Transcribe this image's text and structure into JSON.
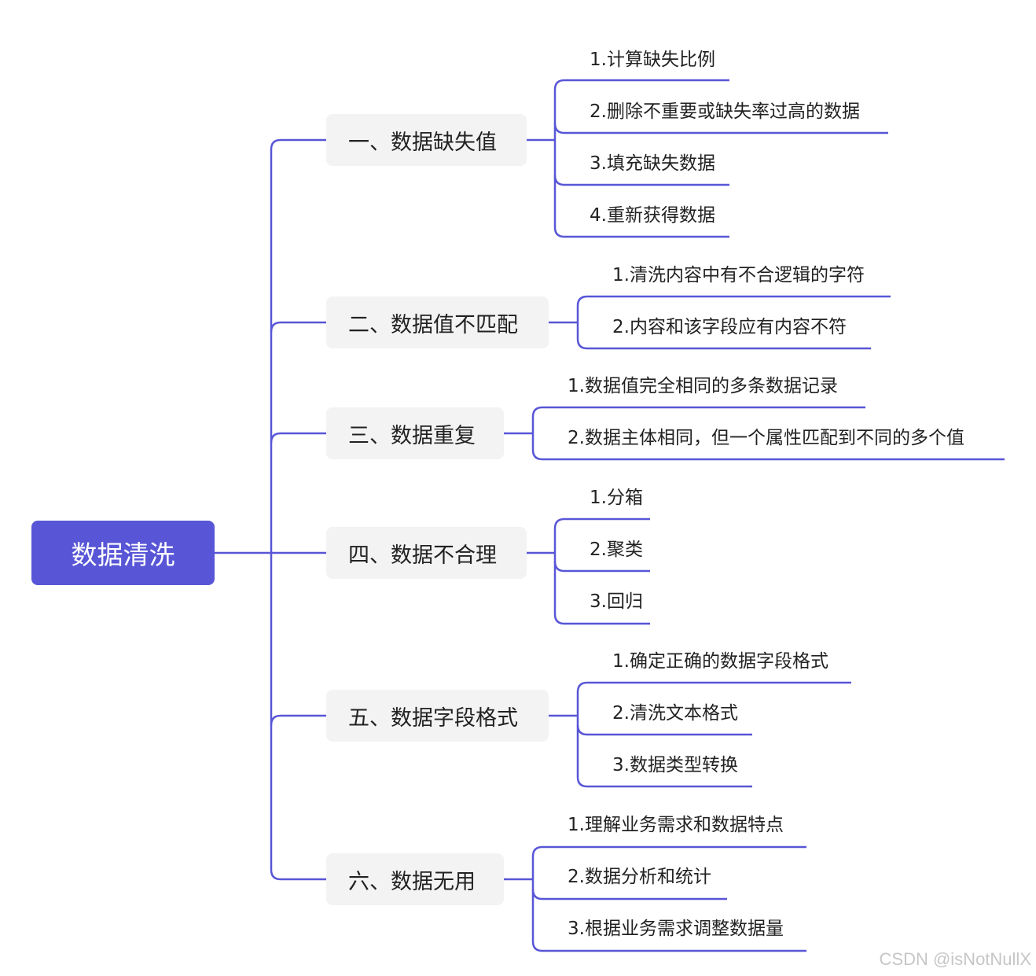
{
  "root": {
    "label": "数据清洗"
  },
  "branches": [
    {
      "label": "一、数据缺失值",
      "items": [
        "1.计算缺失比例",
        "2.删除不重要或缺失率过高的数据",
        "3.填充缺失数据",
        "4.重新获得数据"
      ]
    },
    {
      "label": "二、数据值不匹配",
      "items": [
        "1.清洗内容中有不合逻辑的字符",
        "2.内容和该字段应有内容不符"
      ]
    },
    {
      "label": "三、数据重复",
      "items": [
        "1.数据值完全相同的多条数据记录",
        "2.数据主体相同，但一个属性匹配到不同的多个值"
      ]
    },
    {
      "label": "四、数据不合理",
      "items": [
        "1.分箱",
        "2.聚类",
        "3.回归"
      ]
    },
    {
      "label": "五、数据字段格式",
      "items": [
        "1.确定正确的数据字段格式",
        "2.清洗文本格式",
        "3.数据类型转换"
      ]
    },
    {
      "label": "六、数据无用",
      "items": [
        "1.理解业务需求和数据特点",
        "2.数据分析和统计",
        "3.根据业务需求调整数据量"
      ]
    }
  ],
  "watermark": "CSDN @isNotNullX",
  "colors": {
    "accent": "#5856d6",
    "branch_bg": "#f3f3f3",
    "line": "#5856d6"
  }
}
